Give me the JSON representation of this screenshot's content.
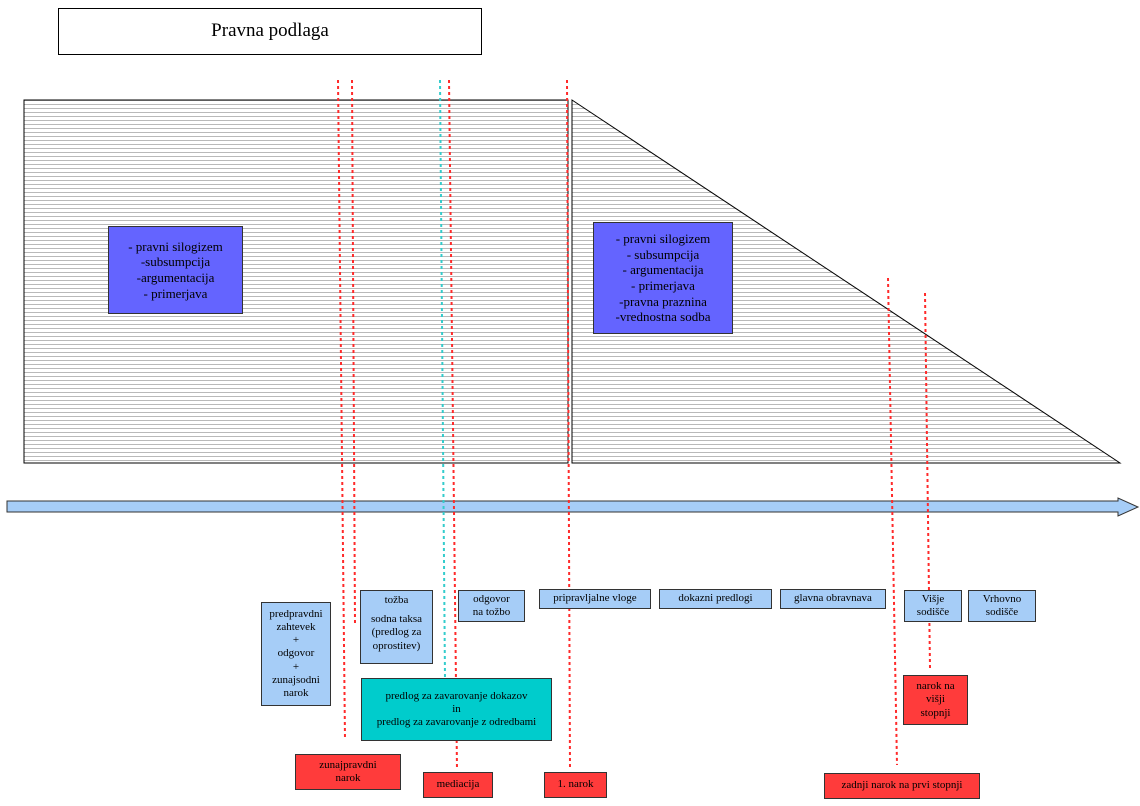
{
  "title": "Pravna podlaga",
  "left_method_box": {
    "lines": [
      "- pravni silogizem",
      "-subsumpcija",
      "-argumentacija",
      "- primerjava"
    ]
  },
  "right_method_box": {
    "lines": [
      "- pravni silogizem",
      "- subsumpcija",
      "- argumentacija",
      "- primerjava",
      "-pravna praznina",
      "-vrednostna sodba"
    ]
  },
  "stages": {
    "predpravdni": [
      "predpravdni",
      "zahtevek",
      "+",
      "odgovor",
      "+",
      "zunajsodni",
      "narok"
    ],
    "tozba": [
      "tožba",
      "",
      "sodna taksa",
      "(predlog za",
      "oprostitev)"
    ],
    "odgovor": [
      "odgovor",
      "na tožbo"
    ],
    "pripravljalne": [
      "pripravljalne vloge"
    ],
    "dokazni": [
      "dokazni predlogi"
    ],
    "glavna": [
      "glavna obravnava"
    ],
    "visje": [
      "Višje",
      "sodišče"
    ],
    "vrhovno": [
      "Vrhovno",
      "sodišče"
    ]
  },
  "interim_measures": [
    "predlog za zavarovanje dokazov",
    "in",
    "predlog za zavarovanje z odredbami"
  ],
  "hearings": {
    "zunajpravdni": [
      "zunajpravdni",
      "narok"
    ],
    "mediacija": [
      "mediacija"
    ],
    "prvi_narok": [
      "1. narok"
    ],
    "zadnji": [
      "zadnji narok na prvi stopnji"
    ],
    "visji": [
      "narok na",
      "višji",
      "stopnji"
    ]
  },
  "colors": {
    "method_box": "#6464ff",
    "stage_box": "#a6cdf7",
    "interim_box": "#00cccc",
    "hearing_box": "#ff3b3b",
    "marker_red": "#ff2a2a",
    "marker_cyan": "#33cccc",
    "timeline_arrow": "#a6cdf7"
  }
}
